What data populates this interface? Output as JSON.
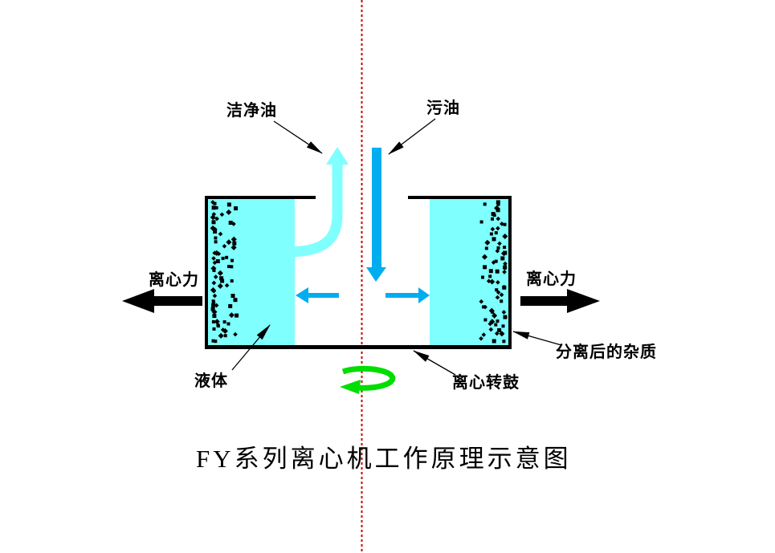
{
  "title": "FY系列离心机工作原理示意图",
  "labels": {
    "clean_oil": "洁净油",
    "dirty_oil": "污油",
    "centrifugal_force_left": "离心力",
    "centrifugal_force_right": "离心力",
    "liquid": "液体",
    "drum": "离心转鼓",
    "impurities": "分离后的杂质"
  },
  "colors": {
    "liquid_cyan": "#80FFFF",
    "flow_blue": "#00AEEF",
    "rotation_green": "#00DD00",
    "centerline_red": "#CC0000",
    "ink_black": "#000000",
    "background": "#FFFFFF"
  },
  "icons": {
    "dirty_oil_inflow_arrow": "thick-down-arrow",
    "clean_oil_outflow_arrow": "curved-up-arrow",
    "inner_flow_left_arrow": "left-arrow",
    "inner_flow_right_arrow": "right-arrow",
    "centrifugal_left_arrow": "thick-left-arrow",
    "centrifugal_right_arrow": "thick-right-arrow",
    "rotation_arrow": "elliptical-rotation-arrow",
    "centerline": "dotted-axis-line"
  }
}
